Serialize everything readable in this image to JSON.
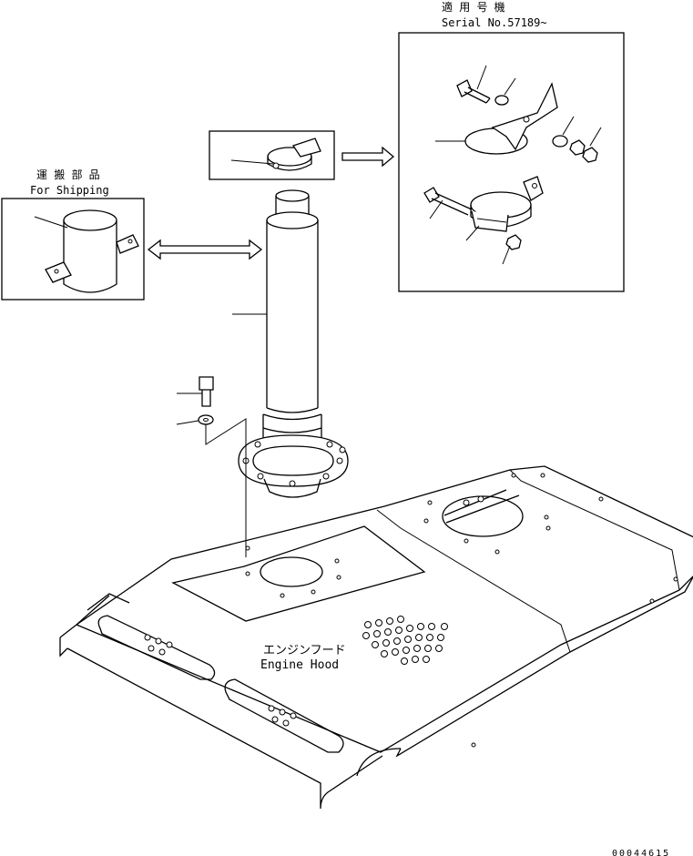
{
  "labels": {
    "applicable_jp": "適 用 号 機",
    "serial": "Serial No.57189~",
    "shipping_jp": "運 搬 部 品",
    "shipping_en": "For Shipping",
    "hood_jp": "エンジンフード",
    "hood_en": "Engine Hood",
    "drawing_no": "00044615"
  }
}
